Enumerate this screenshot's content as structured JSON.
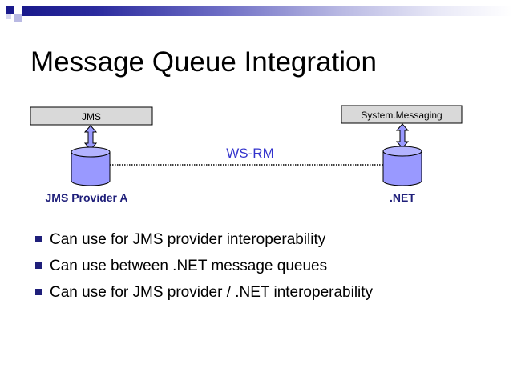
{
  "slide": {
    "title": "Message Queue Integration",
    "accent_color": "#1f1f7a"
  },
  "diagram": {
    "left_api": "JMS",
    "right_api": "System.Messaging",
    "connection": "WS-RM",
    "left_node": "JMS Provider A",
    "right_node": ".NET",
    "cylinder_color": "#9999ff",
    "arrow_color": "#9999ff",
    "box_color": "#d9d9d9"
  },
  "bullets": [
    "Can use for JMS provider interoperability",
    "Can use between .NET message queues",
    "Can use for JMS provider / .NET interoperability"
  ]
}
